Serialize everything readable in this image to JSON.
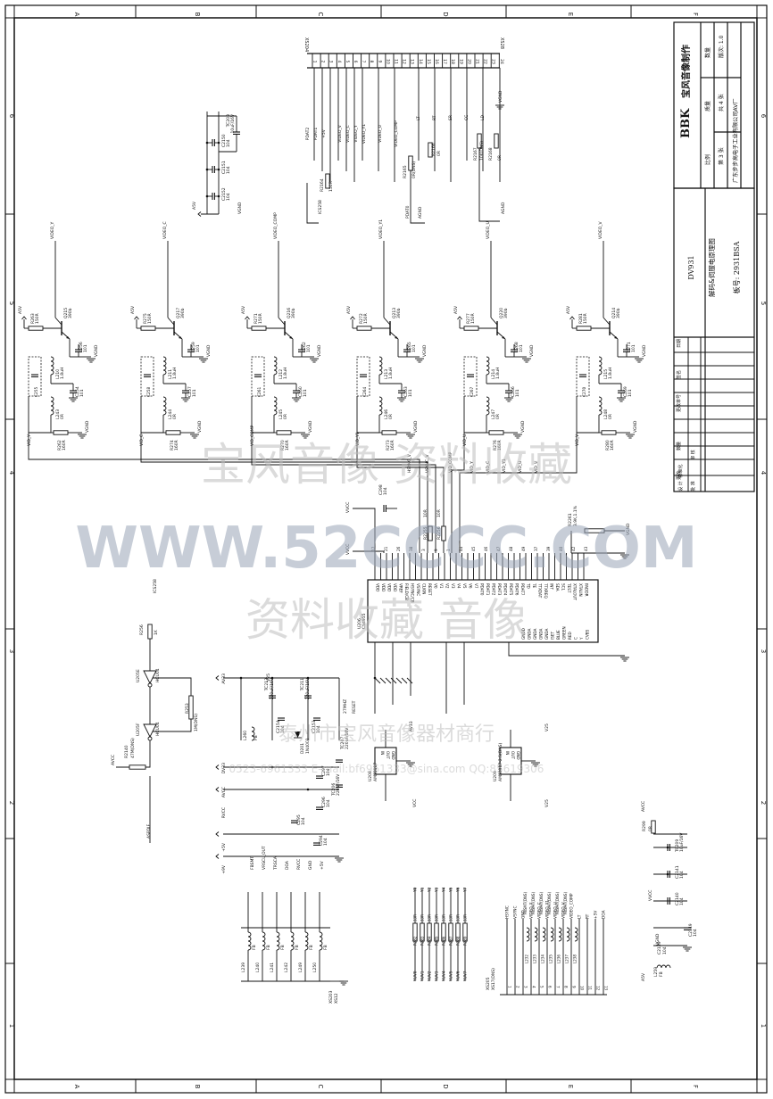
{
  "border": {
    "cols_top": [
      "A",
      "B",
      "C",
      "D",
      "E",
      "F"
    ],
    "cols_bottom": [
      "A",
      "B",
      "C",
      "D",
      "E",
      "F"
    ],
    "rows_left": [
      "6",
      "5",
      "4",
      "3",
      "2",
      "1"
    ],
    "rows_right": [
      "6",
      "5",
      "4",
      "3",
      "2",
      "1"
    ]
  },
  "title_block": {
    "logo": "BBK",
    "company_red": "宝风音像制作",
    "cells_r1": [
      "比例",
      "质量",
      "数量"
    ],
    "cells_r2": [
      "第 3 张",
      "共 4 张",
      "版次: 1.0"
    ],
    "company": "广东步步高电子工业有限公司AV厂",
    "model": "DV931",
    "drawing_name": "解码&伺服电原理图",
    "board_no": "板号: 2931BSA"
  },
  "revision_table": {
    "header": [
      "日期",
      "签名",
      "更改单号",
      "数量",
      "更改"
    ],
    "rows": [
      "设 计",
      "审 核",
      "标准化",
      "批 准"
    ]
  },
  "watermarks": {
    "line1": "宝风音像   资料收藏",
    "url": "WWW.52CCCC.COM",
    "line3": "资料收藏   音像",
    "shop": "泰州市宝风音像器材商行",
    "contact": "0523-6961333   E-mail:bf6961333@sina.com   QQ:85619306"
  },
  "stages": [
    {
      "q": "Q215",
      "qv": "390b",
      "r_top": "R263",
      "r_top_v": "150R",
      "c_fb": "C256",
      "c_fb_v": "101",
      "l": "L210",
      "l_v": "1.8uH",
      "c_out": "C254",
      "c_out_v": "101",
      "l2": "L243",
      "l2_v": "0R",
      "r_b": "R262",
      "r_b_v": "160R",
      "c_box": "C255",
      "c_box_v": "20pF(DNS)",
      "net_out": "VIDEO_Y",
      "net_in": "VID_Y",
      "gnd": "VGND"
    },
    {
      "q": "Q217",
      "qv": "390b",
      "r_top": "R275",
      "r_top_v": "150R",
      "c_fb": "C259",
      "c_fb_v": "101",
      "l": "L211",
      "l_v": "1.8uH",
      "c_out": "C257",
      "c_out_v": "101",
      "l2": "L244",
      "l2_v": "0R",
      "r_b": "R274",
      "r_b_v": "160R",
      "c_box": "C258",
      "c_box_v": "20pF(DNS)",
      "net_out": "VIDEO_C",
      "net_in": "VID_C",
      "gnd": "VGND"
    },
    {
      "q": "Q216",
      "qv": "390b",
      "r_top": "R271",
      "r_top_v": "150R",
      "c_fb": "C262",
      "c_fb_v": "101",
      "l": "L212",
      "l_v": "1.8uH",
      "c_out": "C260",
      "c_out_v": "101",
      "l2": "L245",
      "l2_v": "0R",
      "r_b": "R270",
      "r_b_v": "160R",
      "c_box": "C261",
      "c_box_v": "20pF(DNS)",
      "net_out": "VIDEO_COMP",
      "net_in": "VID_COMP",
      "gnd": "VGND"
    },
    {
      "q": "Q213",
      "qv": "390b",
      "r_top": "R272",
      "r_top_v": "150R",
      "c_fb": "C265",
      "c_fb_v": "101",
      "l": "L213",
      "l_v": "1.8uH",
      "c_out": "C263",
      "c_out_v": "101",
      "l2": "L246",
      "l2_v": "0R",
      "r_b": "R273",
      "r_b_v": "160R",
      "c_box": "C264",
      "c_box_v": "20pF(DNS)",
      "net_out": "VIDEO_Y1",
      "net_in": "VID_Y1",
      "gnd": "VGND"
    },
    {
      "q": "Q220",
      "qv": "390b",
      "r_top": "R277",
      "r_top_v": "150R",
      "c_fb": "C268",
      "c_fb_v": "101",
      "l": "L214",
      "l_v": "1.8uH",
      "c_out": "C266",
      "c_out_v": "101",
      "l2": "L247",
      "l2_v": "0R",
      "r_b": "R276",
      "r_b_v": "160R",
      "c_box": "C267",
      "c_box_v": "20pF(DNS)",
      "net_out": "VIDEO_U",
      "net_in": "VID_U",
      "gnd": "VGND"
    },
    {
      "q": "Q214",
      "qv": "390b",
      "r_top": "R281",
      "r_top_v": "150R",
      "c_fb": "C271",
      "c_fb_v": "101",
      "l": "L215",
      "l_v": "1.8uH",
      "c_out": "C269",
      "c_out_v": "101",
      "l2": "L248",
      "l2_v": "0R",
      "r_b": "R280",
      "r_b_v": "160R",
      "c_box": "C270",
      "c_box_v": "20pF(DNS)",
      "net_out": "VIDEO_V",
      "net_in": "VID_V",
      "gnd": "VGND"
    }
  ],
  "connector_top": {
    "ref": "XS204",
    "ref2": "XS28",
    "pins": [
      "1",
      "2",
      "3",
      "4",
      "5",
      "6",
      "7",
      "8",
      "9",
      "10",
      "11",
      "12",
      "13",
      "14",
      "15",
      "16",
      "17",
      "18",
      "19",
      "20",
      "21",
      "22",
      "23",
      "24"
    ],
    "nets": [
      "PDAT2",
      "PDAT1",
      "+5V",
      "VIDEO_V",
      "VIDEO_C",
      "VIDEO_Y",
      "VIDEO_Y1",
      "VIDEO_U",
      "VIDEO_COMP",
      "LT",
      "RT",
      "SR",
      "CC",
      "LD",
      "VGND",
      "AGND"
    ],
    "parts": [
      "R2164",
      "150R",
      "R2165",
      "0R(DNS)",
      "R2166",
      "0R",
      "R2167",
      "10K(DNS)",
      "R2168",
      "0R",
      "ICS258",
      "PDAT0",
      "AGND"
    ]
  },
  "decoupling_top": {
    "parts": [
      "TC203",
      "10uF/16V",
      "C2150",
      "104",
      "C2151",
      "104",
      "C2152",
      "104"
    ],
    "rail": "A5V",
    "gnd": "VGND"
  },
  "ic_main": {
    "ref": "U206",
    "name": "CS4955",
    "left_pins": [
      "VDD",
      "VDD",
      "VDD",
      "VDD",
      "VREF",
      "FIELD/CB",
      "HSYNC/CB",
      "VSYNC",
      "CLKIN",
      "RESET",
      "V0",
      "V1",
      "V2",
      "V3",
      "V4",
      "V5",
      "V6",
      "V7",
      "PDAT0",
      "PDAT1",
      "PDAT2",
      "PDAT3",
      "PDAT4",
      "PDAT5",
      "PDAT6",
      "PDAT7",
      "TD",
      "TE",
      "TTXDAT",
      "TTXREQ",
      "INT",
      "SDA",
      "SCL",
      "TEST",
      "XTALOUT",
      "XTALIN",
      "PADDR"
    ],
    "right_pins": [
      "CVBS",
      "Y",
      "C",
      "RED",
      "GREEN",
      "BLUE",
      "ISET",
      "GNDA",
      "GNDA",
      "GNDA",
      "GNDA",
      "GNDD"
    ],
    "pin_nums": [
      "17",
      "21",
      "26",
      "38",
      "3",
      "9",
      "1",
      "44",
      "45",
      "46",
      "47",
      "48",
      "49",
      "37",
      "39",
      "40",
      "42",
      "43"
    ],
    "nets": [
      "HSYNC_V",
      "VSYNC_V",
      "VID_COMP",
      "VID_Y",
      "VID_C",
      "VID_Y1",
      "VID_U",
      "VID_V"
    ],
    "parts": [
      "R2261",
      "3.9K,1.1%",
      "R2255",
      "10R",
      "R2256",
      "10R",
      "C298",
      "104"
    ],
    "rails": [
      "VVCC",
      "VVCC",
      "VGND"
    ]
  },
  "left_logic": {
    "parts": [
      "ICS258",
      "R256",
      "1K",
      "U205E",
      "HCU04",
      "U205F",
      "HCU04",
      "R253",
      "1M(DNS)",
      "R2140",
      "47M(DNS)"
    ],
    "nets": [
      "AVCC",
      "ASPDIF",
      "27MHZ",
      "RESET"
    ]
  },
  "power_section": {
    "parts": [
      "TC213",
      "220uF/16V",
      "TC211",
      "220uF/16V",
      "C2154",
      "104",
      "C2153",
      "104",
      "L260",
      "FB",
      "D201",
      "1N4001",
      "TC207",
      "220uF/16V",
      "C297",
      "104",
      "TC206",
      "220uF/16V",
      "C296",
      "104",
      "C295",
      "104",
      "C294",
      "104"
    ],
    "rails": [
      "AV33",
      "V25",
      "DV33",
      "AVCC",
      "RVCC",
      "+5V",
      "+9V"
    ],
    "regs": [
      {
        "ref": "U208",
        "name": "AMS1117",
        "pins": [
          "IN",
          "OUT",
          "GND"
        ]
      },
      {
        "ref": "U209",
        "name": "AMS1117-2.5(DNS)",
        "pins": [
          "IN",
          "OUT",
          "GND"
        ]
      }
    ]
  },
  "bottom_left_conn": {
    "ref": "XS203",
    "ref2": "XS12",
    "parts": [
      "L239",
      "L240",
      "L241",
      "L242",
      "L249",
      "L250"
    ],
    "values": [
      "FB",
      "FB",
      "FB",
      "FB",
      "FB",
      "FB"
    ],
    "nets": [
      "FBSMT",
      "VRSCL_OUT",
      "TRSCA",
      "DOA",
      "RVCC",
      "GND",
      "+5V"
    ]
  },
  "resistor_array": {
    "parts": [
      "R282",
      "R283",
      "R284",
      "R285",
      "R286",
      "R287",
      "R288",
      "R289"
    ],
    "values": [
      "33R",
      "33R",
      "33R",
      "33R",
      "33R",
      "33R",
      "33R",
      "33R"
    ],
    "nets_left": [
      "YUV0",
      "YUV1",
      "YUV2",
      "YUV3",
      "YUV4",
      "YUV5",
      "YUV6",
      "YUV7"
    ],
    "nets_right": [
      "Y0",
      "Y1",
      "Y2",
      "Y3",
      "Y4",
      "Y5",
      "Y6",
      "Y7"
    ]
  },
  "bottom_conn2": {
    "ref": "XS205",
    "ref2": "XS17(DNS)",
    "parts": [
      "L232",
      "L233",
      "L234",
      "L235",
      "L236",
      "L237",
      "L238"
    ],
    "nets": [
      "HSYNC",
      "VSYNC",
      "GND",
      "VIDEO_Y",
      "VIDEO_C",
      "VIDEO_Y1",
      "VIDEO_U",
      "VIDEO_V",
      "VIDEO_COMP",
      "LT",
      "RT",
      "+5V",
      "DOA"
    ],
    "note": "FBSMT(DNS)"
  },
  "bottom_right": {
    "parts": [
      "R299",
      "0R",
      "TC209",
      "10uF/16V",
      "C2141",
      "104",
      "C2140",
      "104",
      "C2139",
      "104",
      "L259",
      "FB",
      "C2149",
      "104"
    ],
    "rails": [
      "AVCC",
      "VVCC",
      "A5V",
      "VGND"
    ]
  }
}
